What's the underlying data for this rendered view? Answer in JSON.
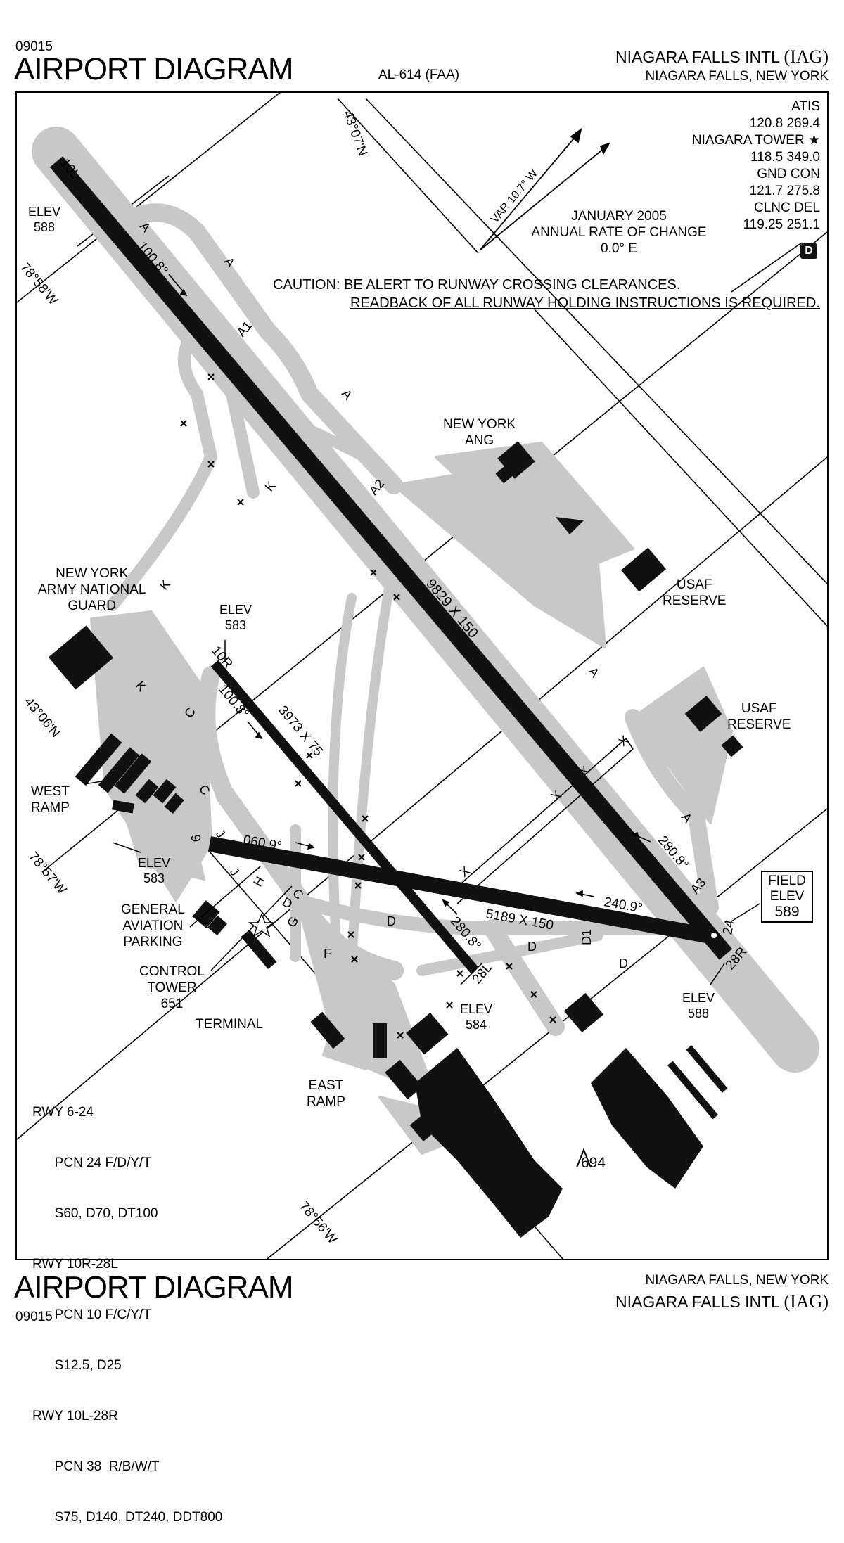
{
  "header": {
    "code_top": "09015",
    "title_top": "AIRPORT DIAGRAM",
    "chart_id": "AL-614 (FAA)",
    "airport_name": "NIAGARA FALLS INTL",
    "airport_code": "(IAG)",
    "city_state": "NIAGARA FALLS, NEW YORK"
  },
  "footer": {
    "title_bottom": "AIRPORT DIAGRAM",
    "code_bottom": "09015",
    "city_state": "NIAGARA FALLS, NEW YORK",
    "airport_name": "NIAGARA FALLS INTL",
    "airport_code": "(IAG)"
  },
  "frequencies": [
    {
      "label": "ATIS"
    },
    {
      "label": "120.8  269.4"
    },
    {
      "label": "NIAGARA TOWER ★"
    },
    {
      "label": "118.5  349.0"
    },
    {
      "label": "GND CON"
    },
    {
      "label": "121.7  275.8"
    },
    {
      "label": "CLNC DEL"
    },
    {
      "label": "119.25  251.1"
    }
  ],
  "dme_badge": "D",
  "magvar": {
    "var_label": "VAR 10.7° W",
    "date": "JANUARY 2005",
    "rate_label": "ANNUAL RATE OF CHANGE",
    "rate_value": "0.0° E"
  },
  "caution": {
    "line1": "CAUTION: BE ALERT TO RUNWAY CROSSING CLEARANCES.",
    "line2": "READBACK OF ALL RUNWAY HOLDING INSTRUCTIONS IS REQUIRED."
  },
  "coordinates": {
    "lat_n07": "43°07'N",
    "lat_n06": "43°06'N",
    "lon_w58": "78°58'W",
    "lon_w57": "78°57'W",
    "lon_w56": "78°56'W"
  },
  "runways": {
    "r10L": "10L",
    "r28R": "28R",
    "r10R": "10R",
    "r28L": "28L",
    "r6": "6",
    "r24": "24",
    "dim_main": "9829 X 150",
    "dim_10r": "3973 X 75",
    "dim_6": "5189 X 150",
    "hdg_100_8_a": "100.8°",
    "hdg_100_8_b": "100.8°",
    "hdg_280_8_a": "280.8°",
    "hdg_280_8_b": "280.8°",
    "hdg_060_9": "060.9°",
    "hdg_240_9": "240.9°"
  },
  "elevations": {
    "elev_label": "ELEV",
    "e588_a": "588",
    "e583_a": "583",
    "e583_b": "583",
    "e584": "584",
    "e588_b": "588",
    "field_elev_label1": "FIELD",
    "field_elev_label2": "ELEV",
    "field_elev_value": "589",
    "obstacle": "694"
  },
  "taxiways": {
    "A": "A",
    "A1": "A1",
    "A2": "A2",
    "A3": "A3",
    "K": "K",
    "C": "C",
    "J": "J",
    "H": "H",
    "D": "D",
    "D1": "D1",
    "G": "G",
    "F": "F",
    "X": "X"
  },
  "facilities": {
    "ny_ang_1": "NEW YORK",
    "ny_ang_2": "ANG",
    "nyarng_1": "NEW YORK",
    "nyarng_2": "ARMY NATIONAL",
    "nyarng_3": "GUARD",
    "usaf1_1": "USAF",
    "usaf1_2": "RESERVE",
    "usaf2_1": "USAF",
    "usaf2_2": "RESERVE",
    "west_ramp_1": "WEST",
    "west_ramp_2": "RAMP",
    "ga_1": "GENERAL",
    "ga_2": "AVIATION",
    "ga_3": "PARKING",
    "tower_1": "CONTROL",
    "tower_2": "TOWER",
    "tower_3": "651",
    "terminal": "TERMINAL",
    "east_ramp_1": "EAST",
    "east_ramp_2": "RAMP"
  },
  "runway_info": [
    "RWY 6-24",
    "      PCN 24 F/D/Y/T",
    "      S60, D70, DT100",
    "RWY 10R-28L",
    "      PCN 10 F/C/Y/T",
    "      S12.5, D25",
    "RWY 10L-28R",
    "      PCN 38  R/B/W/T",
    "      S75, D140, DT240, DDT800"
  ],
  "colors": {
    "pavement": "#c8c8c8",
    "runway": "#111111",
    "ink": "#000000"
  }
}
